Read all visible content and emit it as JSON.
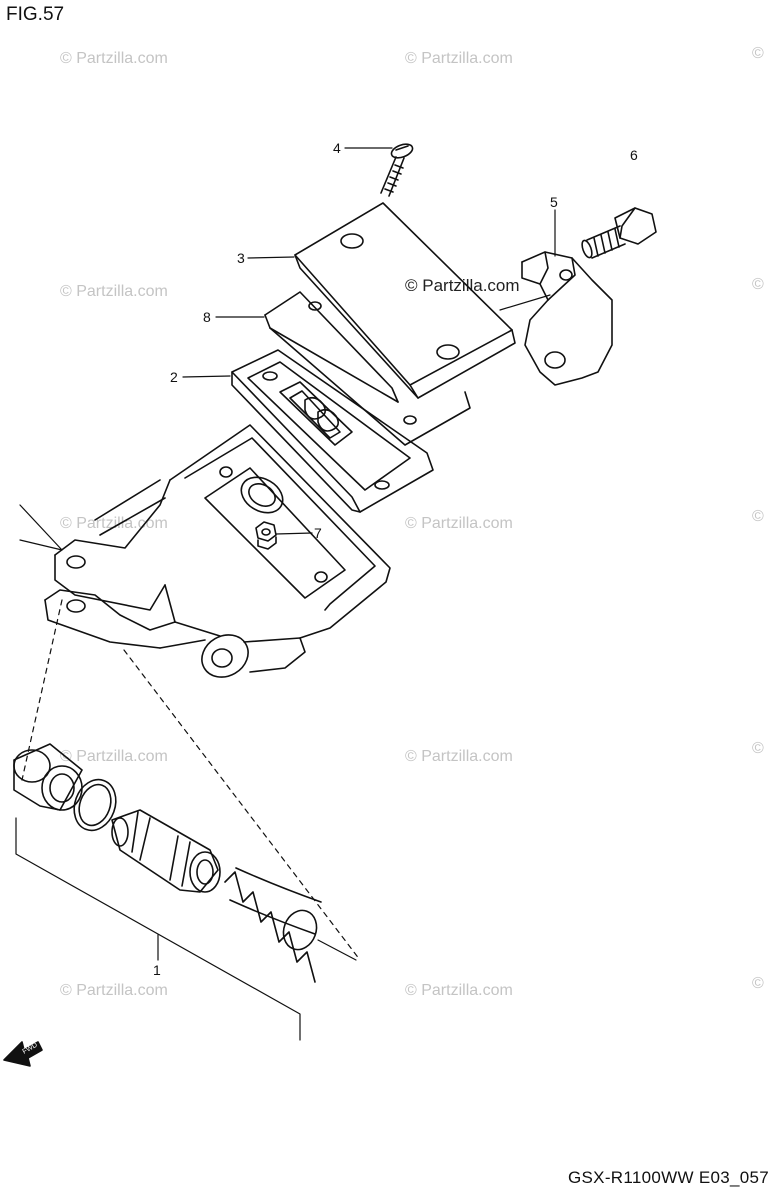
{
  "figure": {
    "title": "FIG.57",
    "code": "GSX-R1100WW  E03_057"
  },
  "watermark": {
    "text": "© Partzilla.com",
    "symbol": "©",
    "center_text": "© Partzilla.com"
  },
  "callouts": [
    "4",
    "6",
    "5",
    "3",
    "8",
    "2",
    "7",
    "1"
  ],
  "icons": {
    "forward_arrow": "fwd-arrow-icon",
    "forward_arrow_text": "FWD"
  },
  "colors": {
    "line": "#111111",
    "watermark": "#c4c4c4"
  }
}
